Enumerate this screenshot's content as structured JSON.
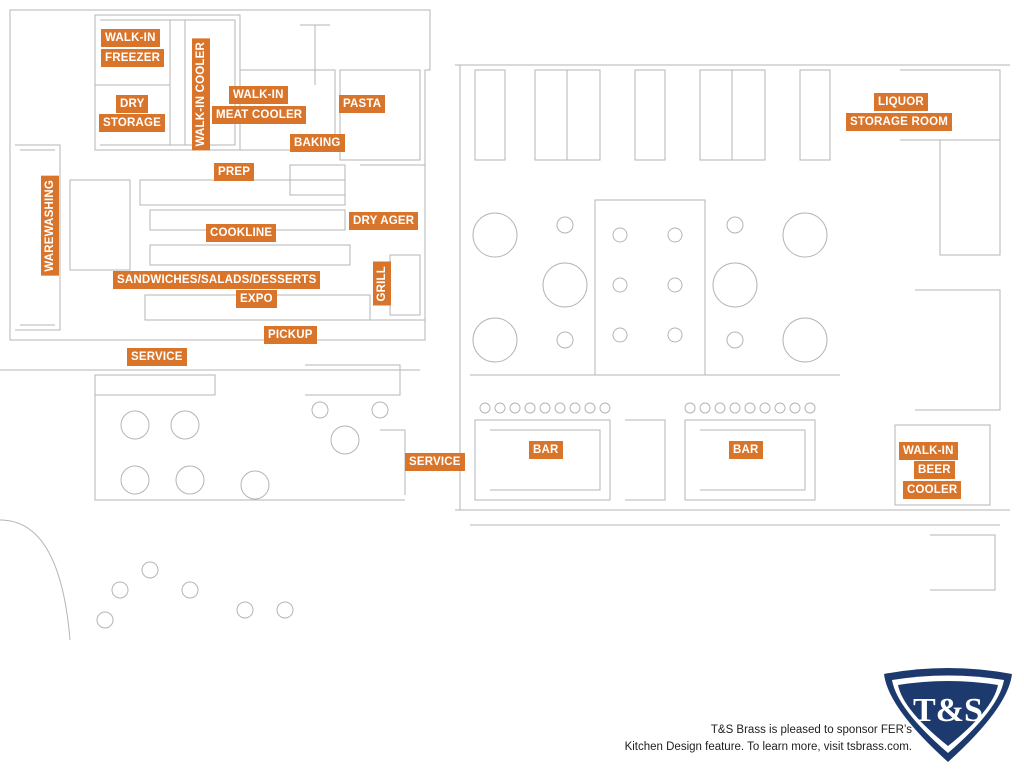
{
  "labels": {
    "walkin_freezer_1": "WALK-IN",
    "walkin_freezer_2": "FREEZER",
    "dry_storage_1": "DRY",
    "dry_storage_2": "STORAGE",
    "walkin_cooler": "WALK-IN COOLER",
    "walkin_meat_1": "WALK-IN",
    "walkin_meat_2": "MEAT COOLER",
    "pasta": "PASTA",
    "baking": "BAKING",
    "prep": "PREP",
    "warewashing": "WAREWASHING",
    "cookline": "COOKLINE",
    "dry_ager": "DRY AGER",
    "sandwiches": "SANDWICHES/SALADS/DESSERTS",
    "grill": "GRILL",
    "expo": "EXPO",
    "pickup": "PICKUP",
    "service_1": "SERVICE",
    "service_2": "SERVICE",
    "bar_1": "BAR",
    "bar_2": "BAR",
    "liquor_1": "LIQUOR",
    "liquor_2": "STORAGE ROOM",
    "beer_1": "WALK-IN",
    "beer_2": "BEER",
    "beer_3": "COOLER"
  },
  "footer": {
    "line1": "T&S Brass is pleased to sponsor FER’s",
    "line2": "Kitchen Design feature. To learn more, visit tsbrass.com."
  },
  "logo": {
    "text": "T&S",
    "icon": "ts-brass-logo",
    "colors": {
      "navy": "#1d3a6e",
      "white": "#ffffff"
    }
  },
  "colors": {
    "label_bg": "#d9752b",
    "line": "#b9b9b9"
  }
}
